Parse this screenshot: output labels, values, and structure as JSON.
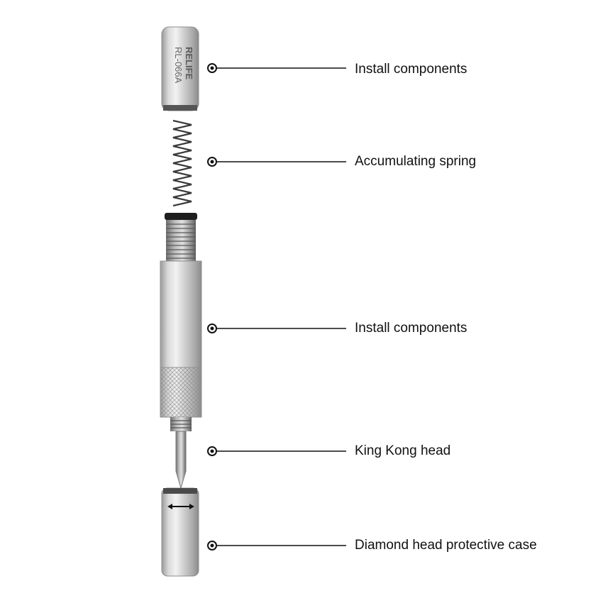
{
  "product": {
    "brand": "RELIFE",
    "model": "RL-066A"
  },
  "callouts": [
    {
      "label": "Install components"
    },
    {
      "label": "Accumulating spring"
    },
    {
      "label": "Install components"
    },
    {
      "label": "King Kong head"
    },
    {
      "label": "Diamond head protective case"
    }
  ],
  "colors": {
    "background": "#ffffff",
    "metal_light": "#e6e6e6",
    "metal_mid": "#b8b8b8",
    "metal_dark": "#7a7a7a",
    "line": "#111111"
  }
}
